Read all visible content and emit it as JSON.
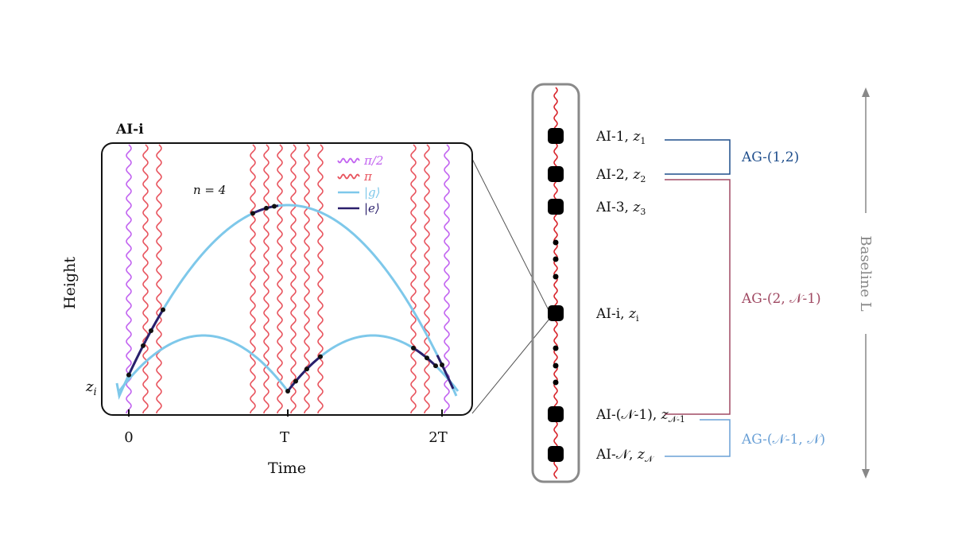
{
  "panel": {
    "title": "AI-i",
    "n_label": "n = 4",
    "y_axis_label": "Height",
    "x_axis_label": "Time",
    "x_ticks": [
      "0",
      "T",
      "2T"
    ],
    "y_tick": "z",
    "y_tick_sub": "i",
    "legend": [
      {
        "label": "π/2",
        "color": "#c264f0",
        "style": "wavy"
      },
      {
        "label": "π",
        "color": "#e8545e",
        "style": "wavy"
      },
      {
        "label": "|g⟩",
        "color": "#7ec8ea",
        "style": "line"
      },
      {
        "label": "|e⟩",
        "color": "#2a1f6b",
        "style": "line"
      }
    ]
  },
  "column": {
    "interferometers": [
      {
        "name": "AI-1, ",
        "z": "z",
        "sub": "1"
      },
      {
        "name": "AI-2, ",
        "z": "z",
        "sub": "2"
      },
      {
        "name": "AI-3, ",
        "z": "z",
        "sub": "3"
      },
      {
        "name": "AI-i, ",
        "z": "z",
        "sub": "i"
      },
      {
        "name": "AI-(𝒩-1), ",
        "z": "z",
        "sub": "𝒩-1"
      },
      {
        "name": "AI-𝒩, ",
        "z": "z",
        "sub": "𝒩"
      }
    ]
  },
  "gradiometers": [
    {
      "label": "AG-(1,2)",
      "color": "#1f4e8c"
    },
    {
      "label": "AG-(2, 𝒩-1)",
      "color": "#a04a63"
    },
    {
      "label": "AG-(𝒩-1, 𝒩)",
      "color": "#6aa0d6"
    }
  ],
  "baseline": {
    "label": "Baseline L",
    "color": "#888888"
  },
  "colors": {
    "pi_half": "#c264f0",
    "pi": "#e8545e",
    "ground": "#7ec8ea",
    "excited": "#2a1f6b",
    "frame": "#111111",
    "column_frame": "#8a8a8a"
  }
}
